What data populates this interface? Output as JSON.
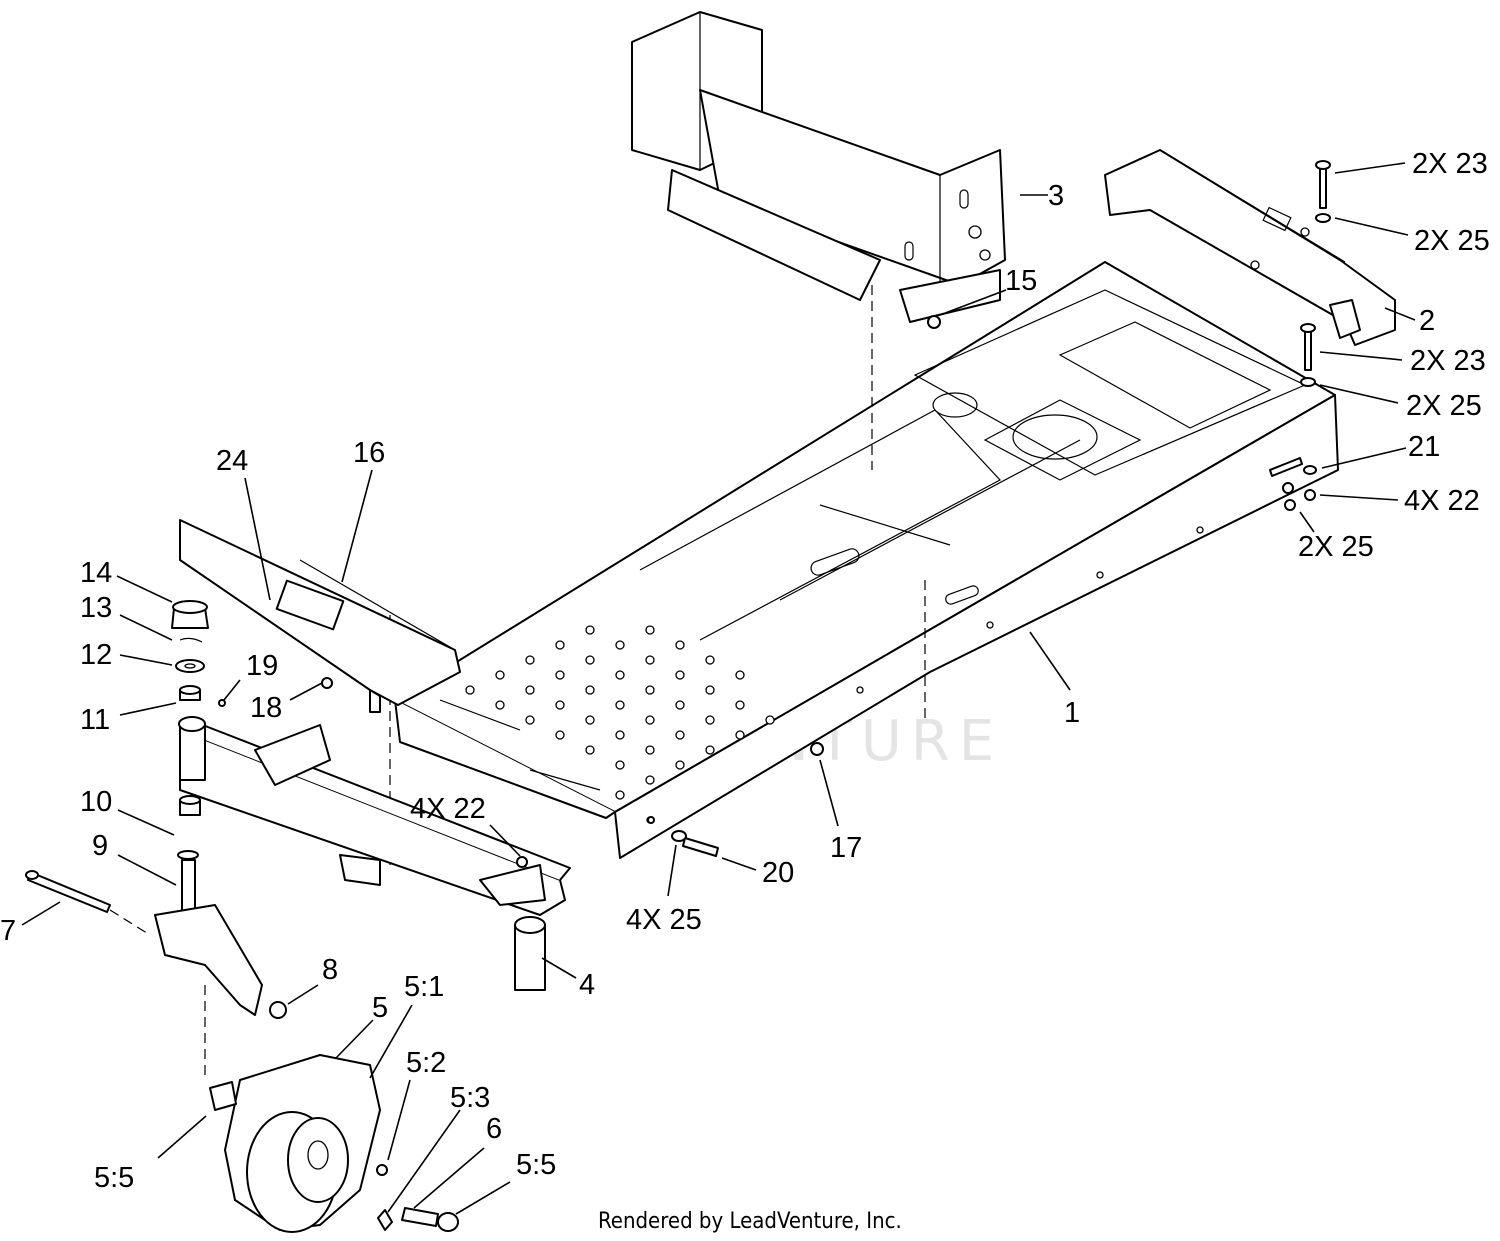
{
  "watermark": "LEADVENTURE",
  "footer": "Rendered by LeadVenture, Inc.",
  "callouts": {
    "c1": "1",
    "c2": "2",
    "c3": "3",
    "c4": "4",
    "c5": "5",
    "c5_1": "5:1",
    "c5_2": "5:2",
    "c5_3": "5:3",
    "c5_5a": "5:5",
    "c5_5b": "5:5",
    "c6": "6",
    "c7": "7",
    "c8": "8",
    "c9": "9",
    "c10": "10",
    "c11": "11",
    "c12": "12",
    "c13": "13",
    "c14": "14",
    "c15": "15",
    "c16": "16",
    "c17": "17",
    "c18": "18",
    "c19": "19",
    "c20": "20",
    "c21": "21",
    "c24": "24",
    "c2x23a": "2X 23",
    "c2x25a": "2X 25",
    "c2x23b": "2X 23",
    "c2x25b": "2X 25",
    "c4x22a": "4X 22",
    "c2x25c": "2X 25",
    "c4x22b": "4X 22",
    "c4x25": "4X 25"
  }
}
